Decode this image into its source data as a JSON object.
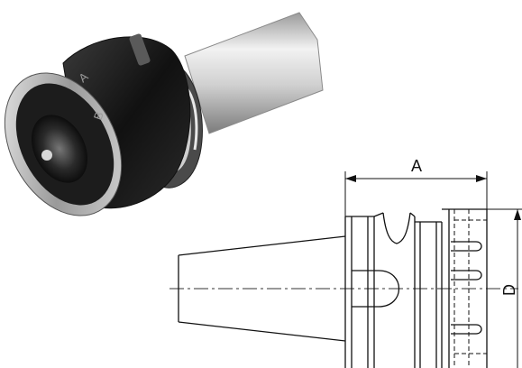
{
  "dimensions": {
    "a_label": "A",
    "d_label": "D"
  },
  "photo": {
    "collet_marks": [
      "A",
      "B"
    ]
  },
  "colors": {
    "line": "#111111",
    "centerline": "#333333",
    "shank_light": "#e4e4e4",
    "shank_dark": "#8a8a8a",
    "nut_dark": "#1a1a1a"
  }
}
